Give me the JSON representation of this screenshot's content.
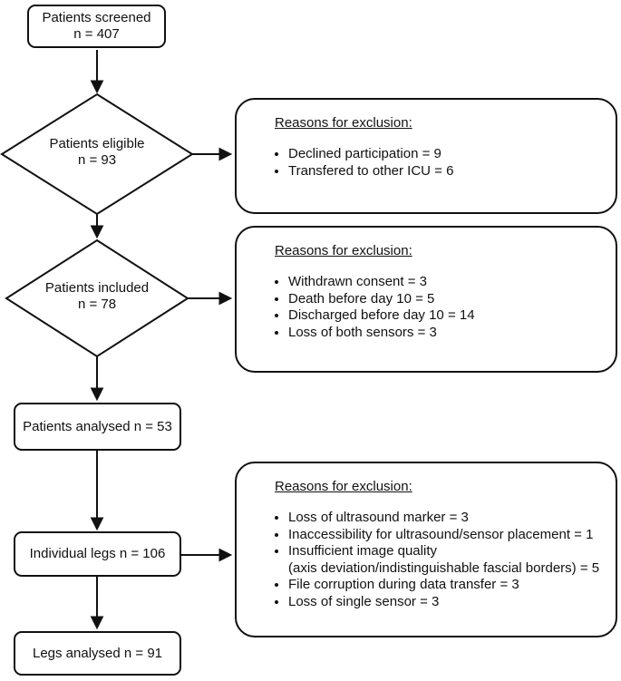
{
  "figure": {
    "background": "#ffffff",
    "stroke_color": "#111111",
    "text_color": "#111111"
  },
  "nodes": {
    "screened": {
      "line1": "Patients screened",
      "line2": "n = 407"
    },
    "eligible": {
      "line1": "Patients eligible",
      "line2": "n = 93"
    },
    "included": {
      "line1": "Patients included",
      "line2": "n = 78"
    },
    "patients_analysed": {
      "label": "Patients analysed n = 53"
    },
    "individual_legs": {
      "label": "Individual legs n = 106"
    },
    "legs_analysed": {
      "label": "Legs analysed n = 91"
    }
  },
  "exclusions": {
    "box1": {
      "title": "Reasons for exclusion:",
      "items": [
        "Declined participation = 9",
        "Transfered to other ICU = 6"
      ]
    },
    "box2": {
      "title": "Reasons for exclusion:",
      "items": [
        "Withdrawn consent = 3",
        "Death before day 10 = 5",
        "Discharged before day 10 = 14",
        "Loss of both sensors = 3"
      ]
    },
    "box3": {
      "title": "Reasons for exclusion:",
      "items": [
        "Loss of ultrasound marker = 3",
        "Inaccessibility for ultrasound/sensor placement = 1",
        "Insufficient image quality\n(axis deviation/indistinguishable fascial borders) = 5",
        "File corruption during data transfer = 3",
        "Loss of single sensor = 3"
      ]
    }
  }
}
